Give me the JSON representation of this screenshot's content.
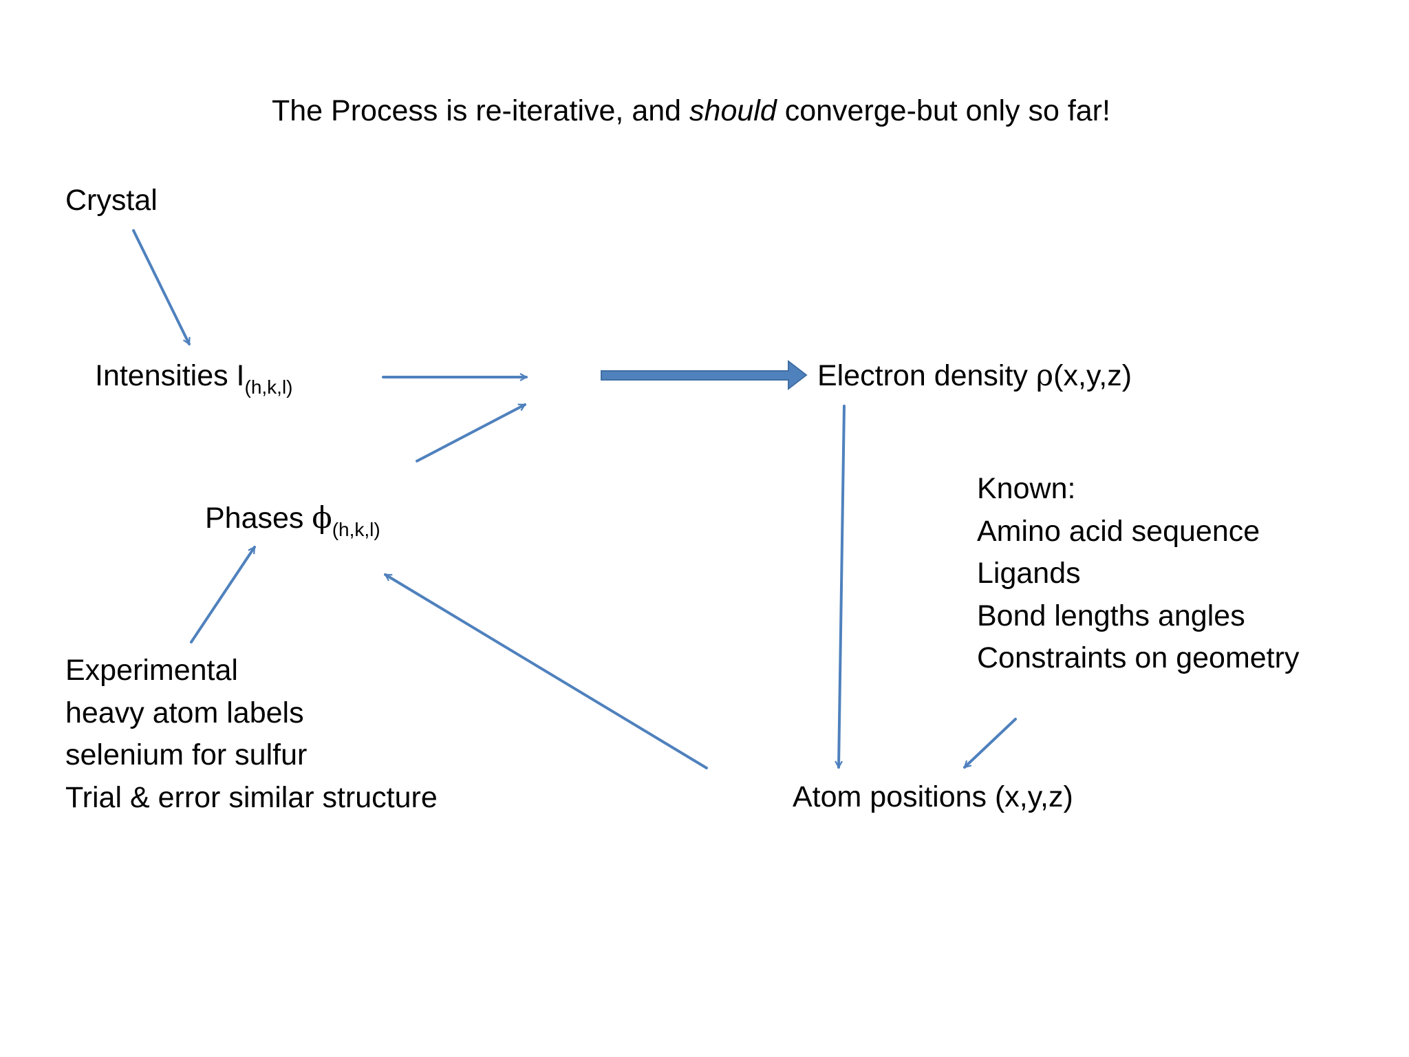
{
  "title": {
    "before": "The Process is re-iterative, and ",
    "emph": "should",
    "after": " converge-but only so far!"
  },
  "nodes": {
    "crystal": "Crystal",
    "intensities": {
      "label": "Intensities I",
      "subscript": "(h,k,l)"
    },
    "phases": {
      "label": "Phases ",
      "symbol": "ϕ",
      "subscript": "(h,k,l)"
    },
    "electron_density": {
      "label": "Electron density ",
      "symbol": "ρ",
      "args": "(x,y,z)"
    },
    "atom_positions": "Atom positions (x,y,z)"
  },
  "experimental_list": [
    "Experimental",
    "heavy atom labels",
    "selenium for sulfur",
    "Trial & error similar structure"
  ],
  "known_list": [
    "Known:",
    "Amino acid sequence",
    "Ligands",
    "Bond lengths angles",
    "Constraints on geometry"
  ],
  "colors": {
    "arrow": "#4f81bd",
    "arrow_fill": "#4f81bd",
    "text": "#000000"
  }
}
